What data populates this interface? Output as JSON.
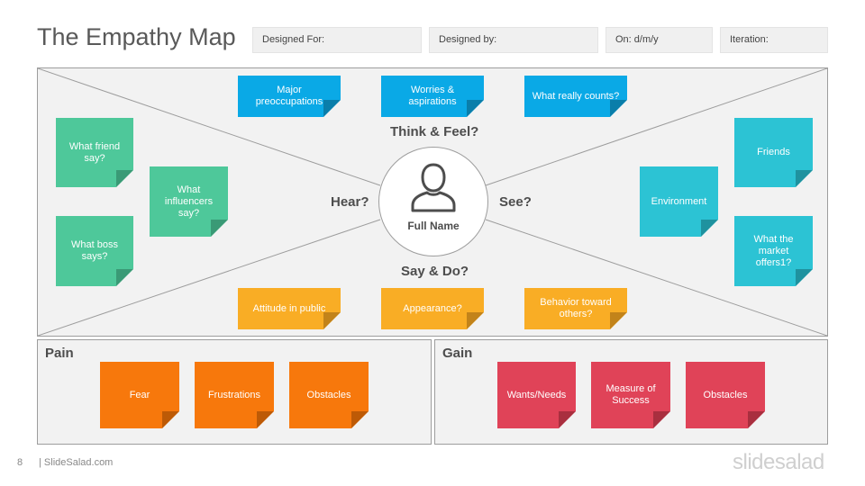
{
  "title": "The Empathy Map",
  "fields": {
    "designed_for": "Designed For:",
    "designed_by": "Designed by:",
    "on": "On: d/m/y",
    "iteration": "Iteration:"
  },
  "quadrants": {
    "think_feel": "Think & Feel?",
    "hear": "Hear?",
    "see": "See?",
    "say_do": "Say & Do?"
  },
  "center": {
    "name": "Full Name",
    "icon": "person-icon"
  },
  "notes": {
    "think": [
      "Major preoccupations",
      "Worries & aspirations",
      "What really counts?"
    ],
    "hear": [
      "What friend say?",
      "What influencers say?",
      "What boss says?"
    ],
    "see": [
      "Friends",
      "Environment",
      "What the market offers1?"
    ],
    "say": [
      "Attitude in public",
      "Appearance?",
      "Behavior toward others?"
    ],
    "pain": [
      "Fear",
      "Frustrations",
      "Obstacles"
    ],
    "gain": [
      "Wants/Needs",
      "Measure of Success",
      "Obstacles"
    ]
  },
  "pain_title": "Pain",
  "gain_title": "Gain",
  "footer": {
    "page_number": "8",
    "site": "| SlideSalad.com",
    "brand": "slidesalad"
  },
  "colors": {
    "think": "#0aa9e6",
    "hear": "#4ec89a",
    "see": "#2cc3d4",
    "say": "#f9ad25",
    "pain": "#f7780c",
    "gain": "#e04358"
  }
}
